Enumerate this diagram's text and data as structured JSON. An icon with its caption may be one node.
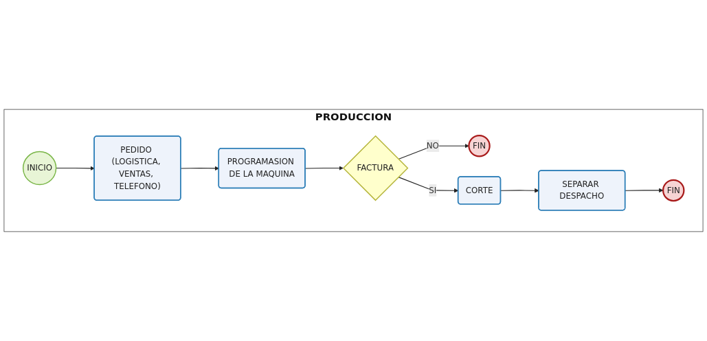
{
  "diagram": {
    "nodes": [
      {
        "text": [
          "PRODUCCION"
        ]
      },
      {
        "text": [
          "INICIO"
        ],
        "in": 0
      },
      {
        "text": [
          "PEDIDO (LOGISTICA, VENTAS, TELEFONO)"
        ],
        "in": 0
      },
      {
        "text": [
          "PROGRAMASION DE LA MAQUINA"
        ],
        "in": 0
      },
      {
        "text": [
          "FACTURA"
        ],
        "in": 0
      },
      {
        "text": [
          "FIN"
        ],
        "in": 0
      },
      {
        "text": [
          "SEPARAR DESPACHO"
        ],
        "in": 0
      },
      {
        "text": [
          "CORTE"
        ],
        "in": 0
      },
      {
        "text": [
          "FIN"
        ],
        "in": 0
      }
    ],
    "edges": [
      {
        "from": 1,
        "to": 2,
        "arrow": "to"
      },
      {
        "from": 2,
        "to": 3,
        "arrow": "to"
      },
      {
        "from": 3,
        "to": 4,
        "arrow": "to"
      },
      {
        "from": 4,
        "to": 5,
        "arrow": "to",
        "label": "NO"
      },
      {
        "from": 4,
        "to": 7,
        "arrow": "to",
        "label": "SI"
      },
      {
        "from": 7,
        "to": 6,
        "arrow": "to"
      },
      {
        "from": 6,
        "to": 8,
        "arrow": "to"
      }
    ]
  }
}
